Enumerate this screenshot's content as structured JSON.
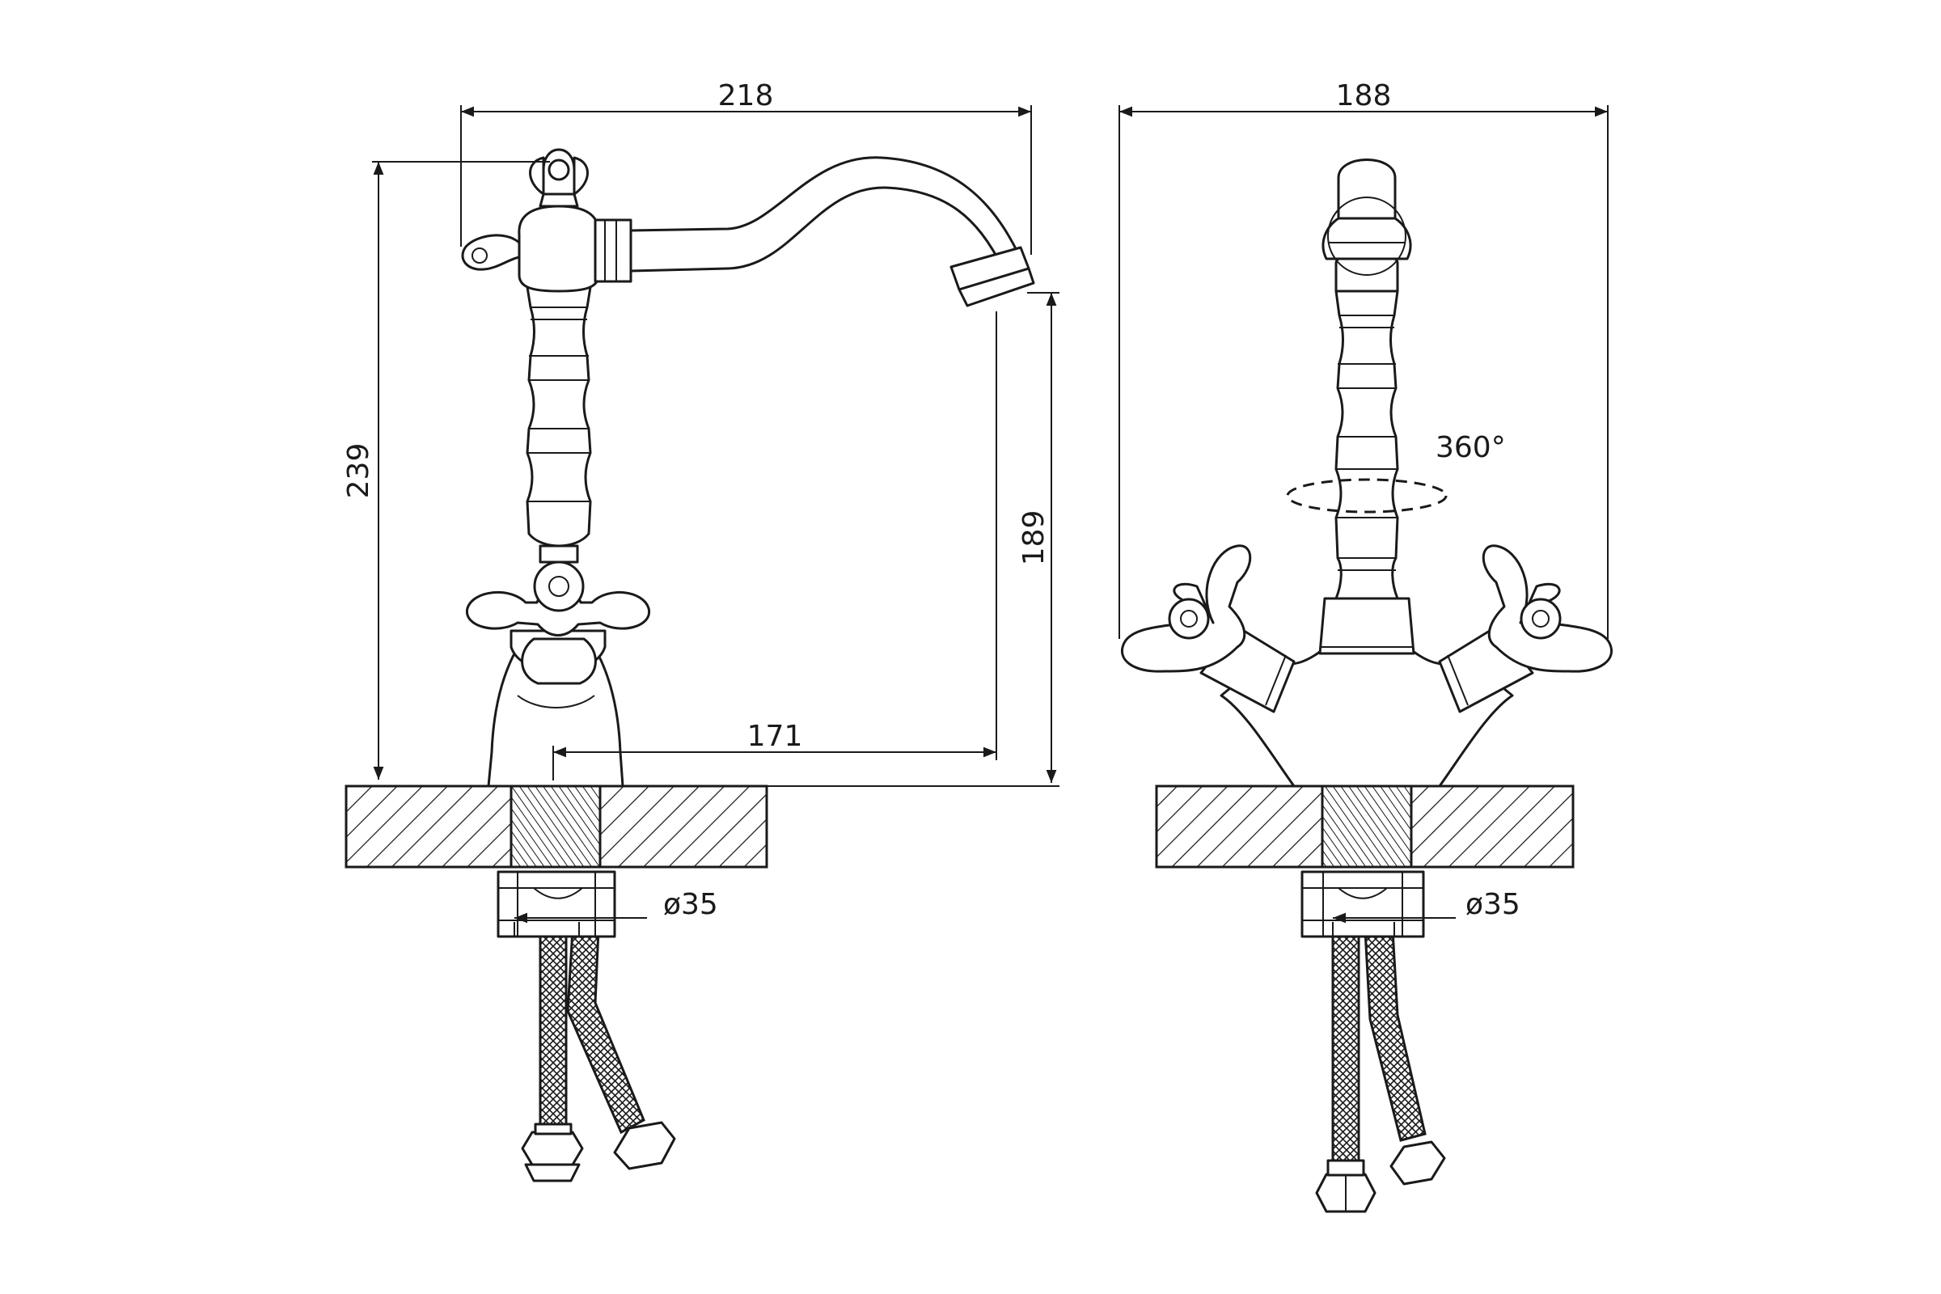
{
  "colors": {
    "line": "#1a1a1a",
    "background": "#ffffff"
  },
  "side_view": {
    "dim_width": "218",
    "dim_height": "239",
    "dim_spout_height": "189",
    "dim_reach": "171",
    "dim_diameter": "ø35"
  },
  "front_view": {
    "dim_width": "188",
    "rotation_label": "360°",
    "dim_diameter": "ø35"
  }
}
